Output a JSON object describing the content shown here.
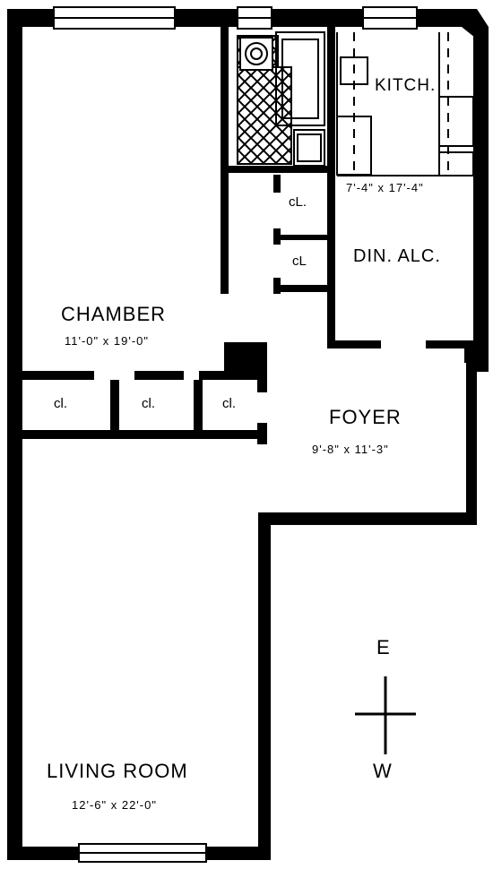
{
  "rooms": {
    "chamber": {
      "name": "CHAMBER",
      "dims": "11'-0\" x 19'-0\""
    },
    "kitchen": {
      "name": "KITCH."
    },
    "dining": {
      "name": "DIN. ALC.",
      "dims": "7'-4\" x 17'-4\""
    },
    "foyer": {
      "name": "FOYER",
      "dims": "9'-8\" x 11'-3\""
    },
    "living": {
      "name": "LIVING ROOM",
      "dims": "12'-6\" x 22'-0\""
    }
  },
  "closets": {
    "label_a": "cL.",
    "label_b": "cL",
    "label_c": "cl."
  },
  "compass": {
    "north_label": "E",
    "south_label": "W"
  }
}
